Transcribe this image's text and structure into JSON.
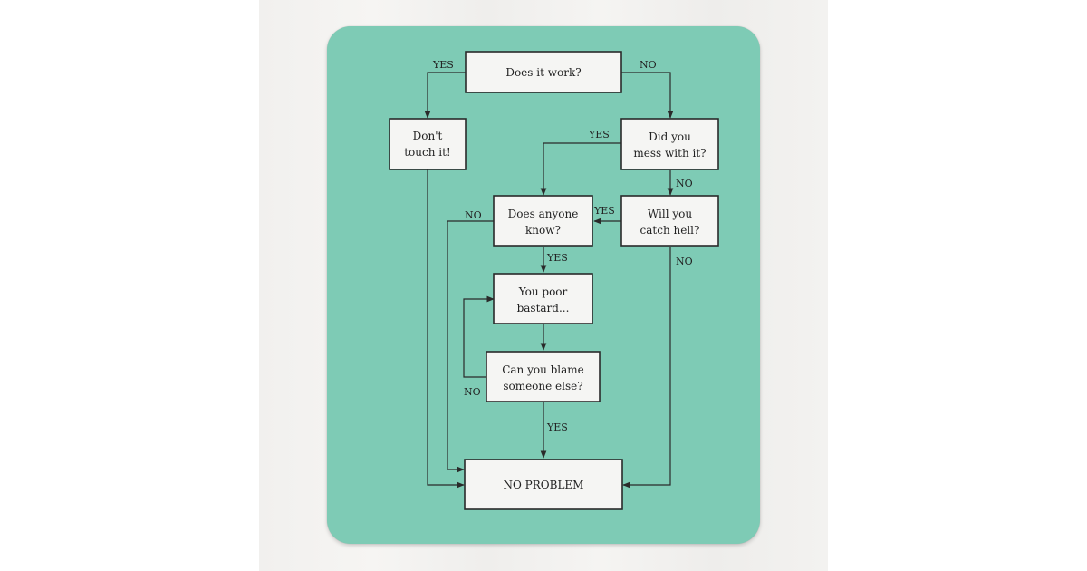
{
  "nodes": {
    "does_it_work": [
      "Does it work?"
    ],
    "dont_touch": [
      "Don't",
      "touch it!"
    ],
    "did_you_mess": [
      "Did you",
      "mess with it?"
    ],
    "does_anyone_know": [
      "Does anyone",
      "know?"
    ],
    "will_you_catch_hell": [
      "Will you",
      "catch hell?"
    ],
    "you_poor_bastard": [
      "You poor",
      "bastard..."
    ],
    "can_you_blame": [
      "Can you blame",
      "someone else?"
    ],
    "no_problem": [
      "NO PROBLEM"
    ]
  },
  "edge_labels": {
    "work_yes": "YES",
    "work_no": "NO",
    "mess_yes": "YES",
    "mess_no": "NO",
    "hell_yes": "YES",
    "hell_no": "NO",
    "know_no": "NO",
    "know_yes": "YES",
    "blame_no": "NO",
    "blame_yes": "YES"
  },
  "colors": {
    "pad": "#7ecbb5",
    "box_fill": "#f5f5f3",
    "ink": "#2a2a2a"
  }
}
